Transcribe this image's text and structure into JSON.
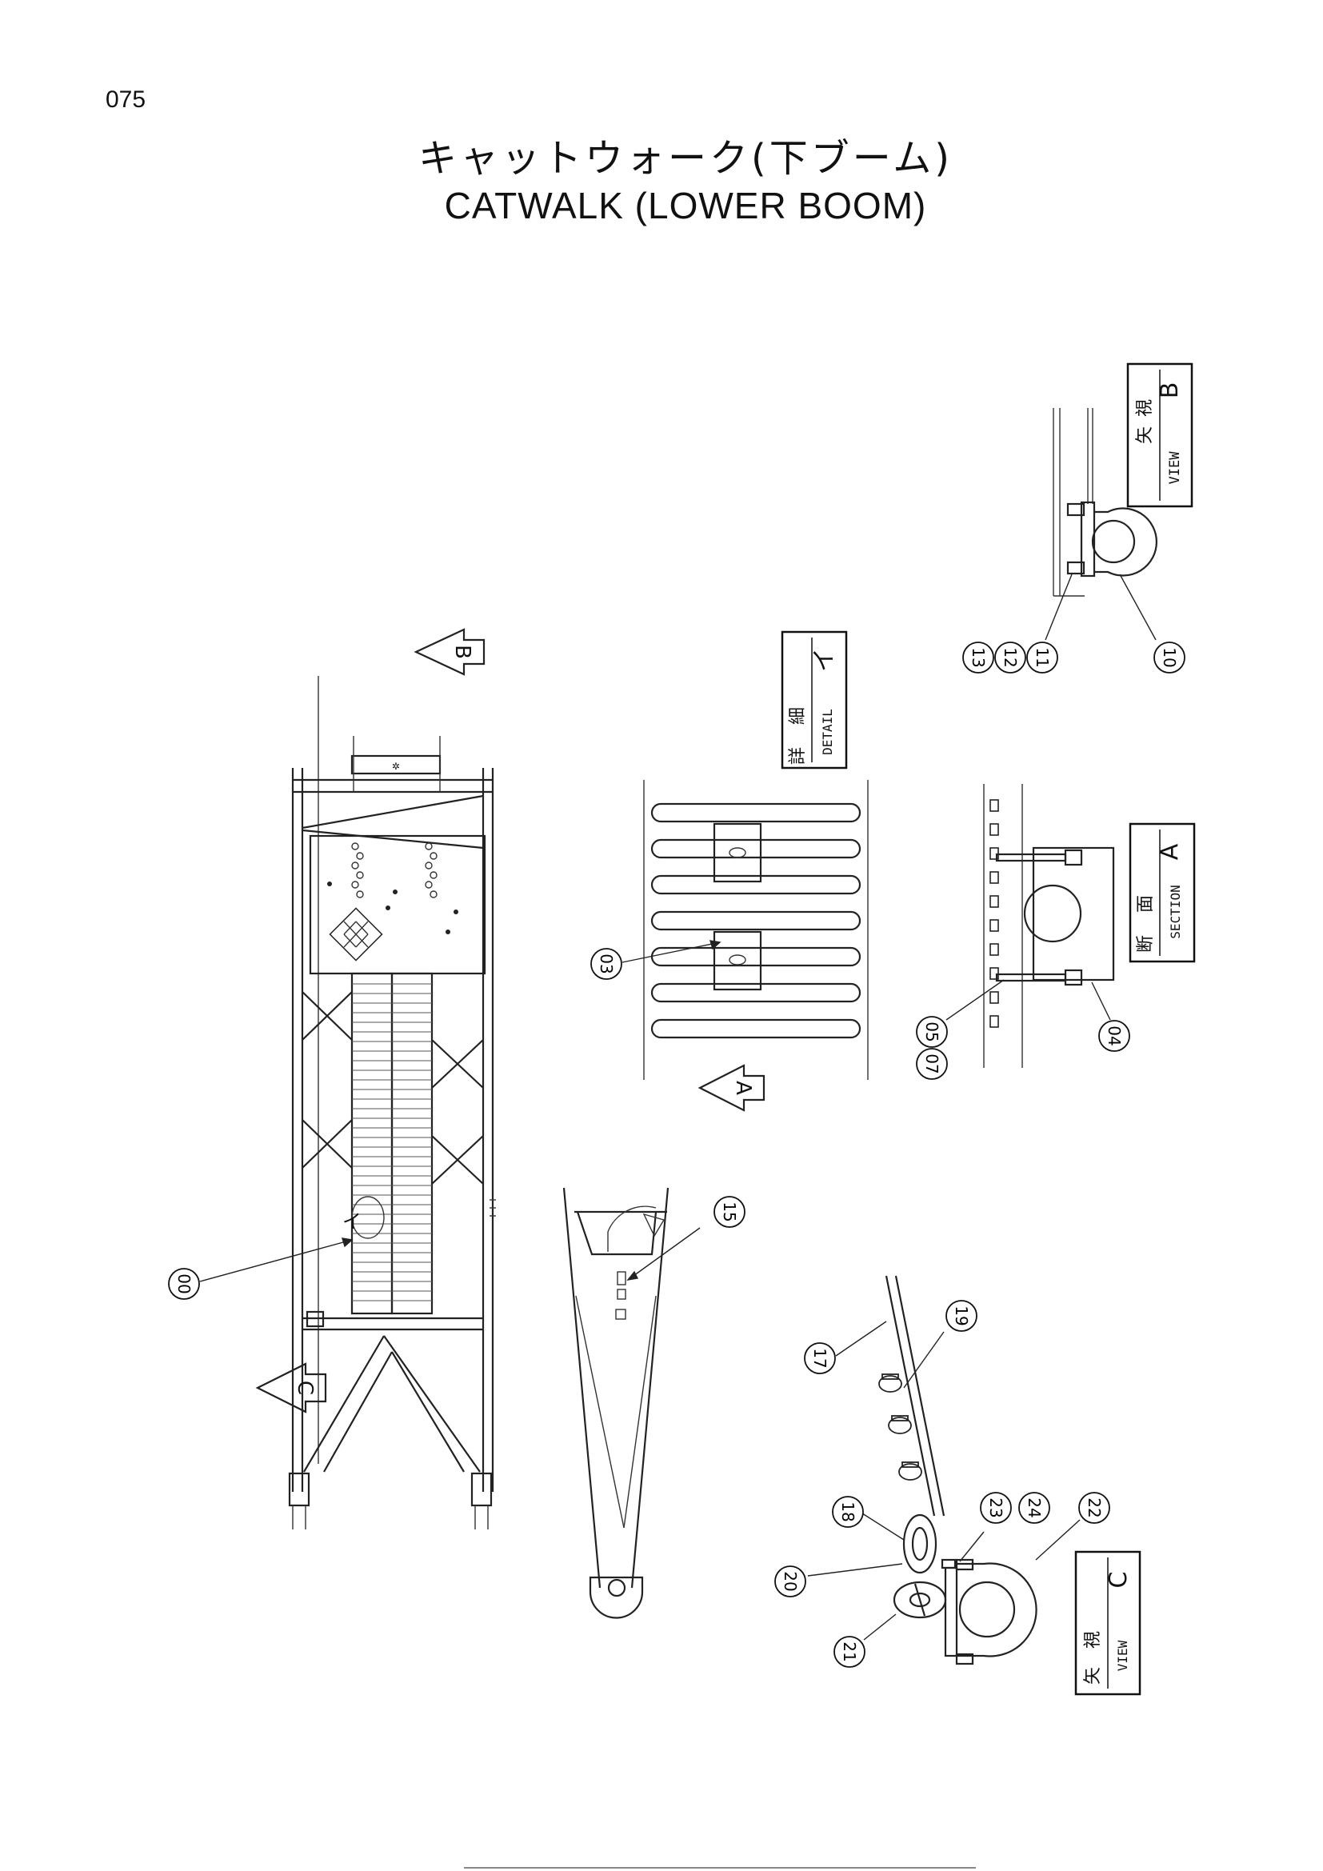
{
  "page_number": "075",
  "title": {
    "japanese": "キャットウォーク(下ブーム)",
    "english": "CATWALK (LOWER BOOM)"
  },
  "view_labels": {
    "view_b": {
      "ja_1": "矢",
      "ja_2": "視",
      "en": "VIEW",
      "letter": "B"
    },
    "detail_i": {
      "ja_1": "詳",
      "ja_2": "細",
      "en": "DETAIL",
      "letter": "イ"
    },
    "section_a": {
      "ja_1": "断",
      "ja_2": "面",
      "en": "SECTION",
      "letter": "A"
    },
    "view_c": {
      "ja_1": "矢",
      "ja_2": "視",
      "en": "VIEW",
      "letter": "C"
    }
  },
  "direction_arrows": {
    "b": "B",
    "a": "A",
    "c": "C"
  },
  "detail_marker": "イ",
  "part_callouts": {
    "p00": "00",
    "p03": "03",
    "p04": "04",
    "p05": "05",
    "p07": "07",
    "p10": "10",
    "p11": "11",
    "p12": "12",
    "p13": "13",
    "p15": "15",
    "p17": "17",
    "p18": "18",
    "p19": "19",
    "p20": "20",
    "p21": "21",
    "p22": "22",
    "p23": "23",
    "p24": "24"
  },
  "colors": {
    "ink": "#222222",
    "paper": "#ffffff"
  }
}
